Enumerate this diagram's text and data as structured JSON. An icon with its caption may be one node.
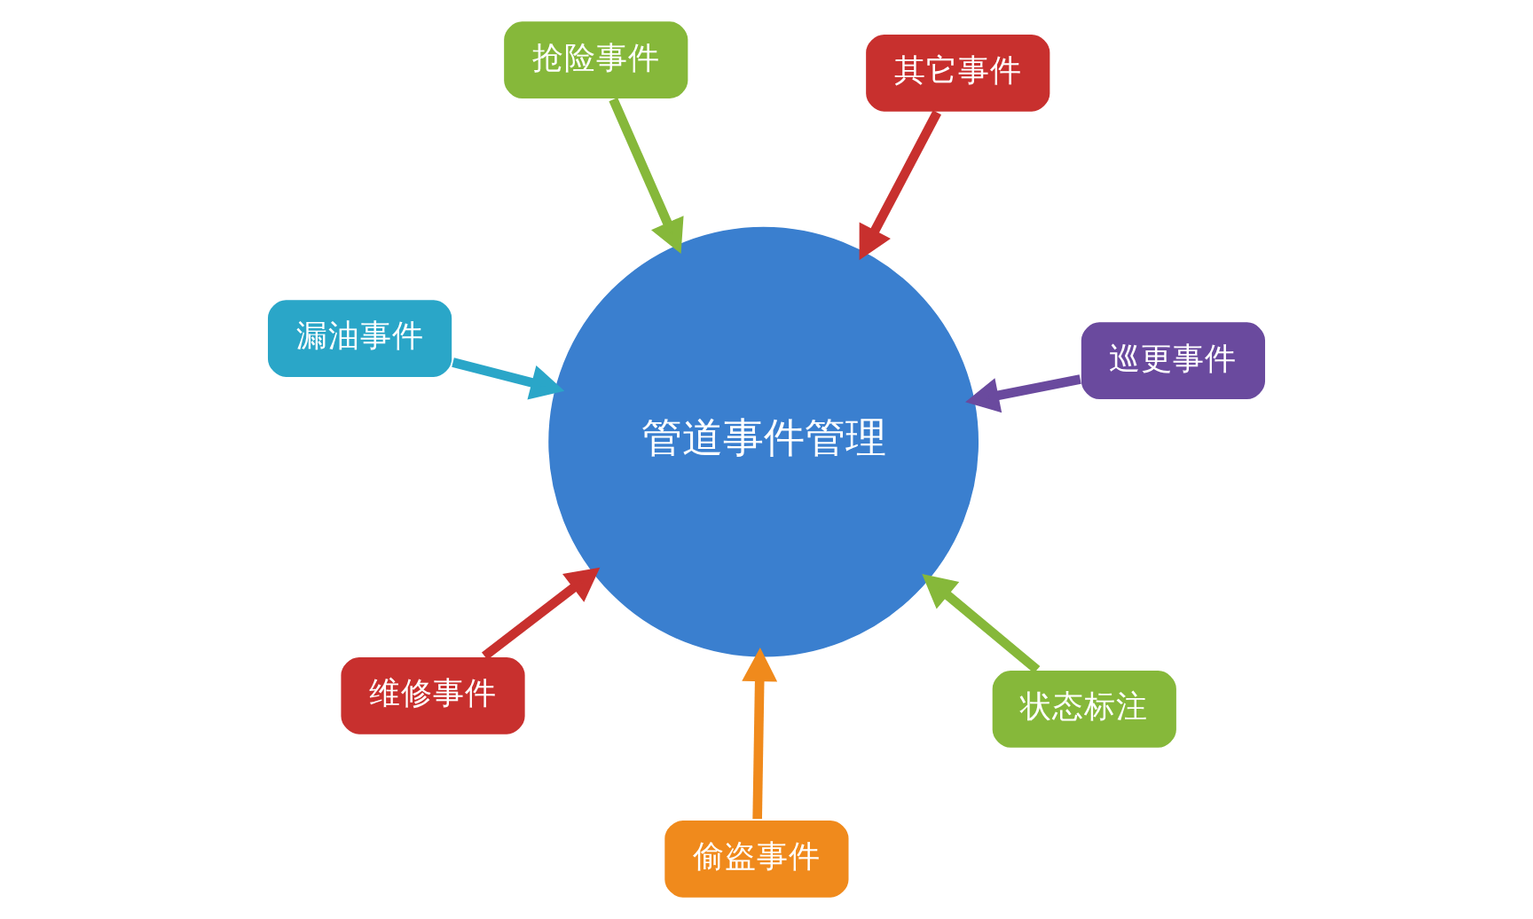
{
  "diagram": {
    "nodes": [
      {
        "text": [
          "漏油事件"
        ]
      },
      {
        "text": [
          "巡更事件"
        ]
      },
      {
        "text": [
          "偷盗事件"
        ]
      },
      {
        "text": [
          "抢险事件"
        ]
      },
      {
        "text": [
          "其它事件"
        ]
      },
      {
        "text": [
          "管道事件管理"
        ]
      },
      {
        "text": [
          "维修事件"
        ]
      },
      {
        "text": [
          "状态标注"
        ]
      }
    ],
    "edges": [
      {
        "from": 0,
        "to": 5,
        "arrow": "to",
        "color": "#2aa6c8"
      },
      {
        "from": 1,
        "to": 5,
        "arrow": "to",
        "color": "#6a4a9e"
      },
      {
        "from": 2,
        "to": 5,
        "arrow": "to",
        "color": "#f08a1c"
      },
      {
        "from": 3,
        "to": 5,
        "arrow": "to",
        "color": "#86b83a"
      },
      {
        "from": 4,
        "to": 5,
        "arrow": "to",
        "color": "#c8302e"
      },
      {
        "from": 6,
        "to": 5,
        "arrow": "to",
        "color": "#c8302e"
      },
      {
        "from": 7,
        "to": 5,
        "arrow": "to",
        "color": "#86b83a"
      }
    ]
  }
}
